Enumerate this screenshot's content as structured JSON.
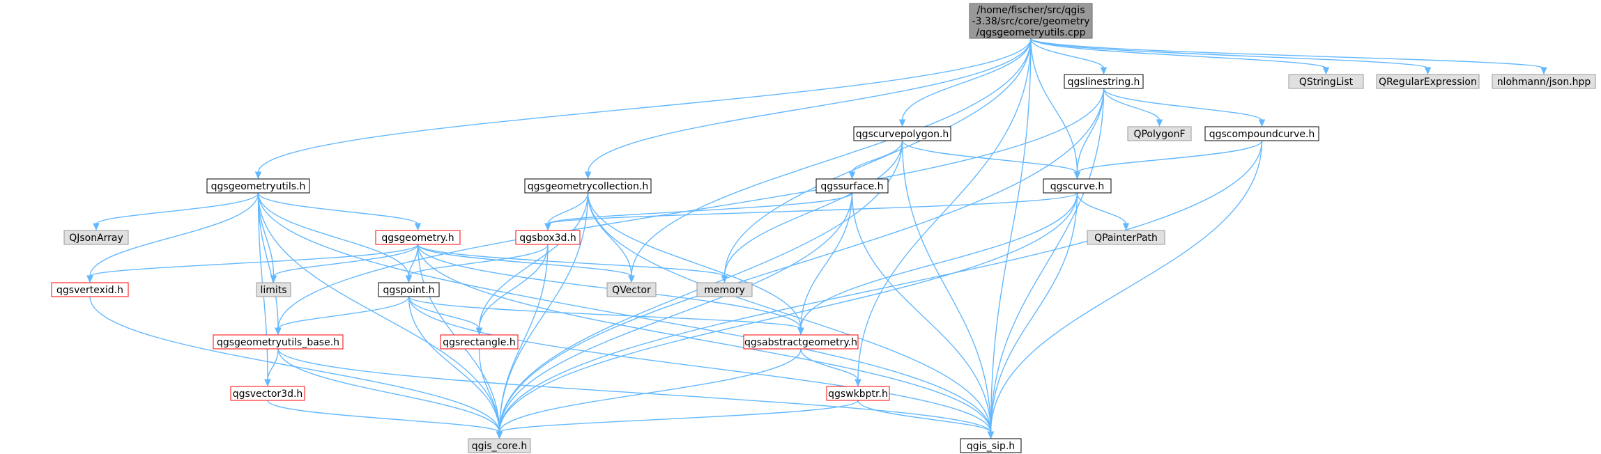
{
  "colors": {
    "edge": "#63b8ff",
    "root_fill": "#999999",
    "system_fill": "#e0e0e0",
    "system_stroke": "#999999",
    "doc_fill": "#ffffff",
    "doc_stroke": "#000000",
    "incomplete_stroke": "#ff0000",
    "text": "#000000"
  },
  "nodes": [
    {
      "id": "root",
      "lines": [
        "/home/fischer/src/qgis",
        "-3.38/src/core/geometry",
        "/qgsgeometryutils.cpp"
      ],
      "kind": "root"
    },
    {
      "id": "qgslinestring",
      "lines": [
        "qgslinestring.h"
      ],
      "kind": "doc"
    },
    {
      "id": "qstringlist",
      "lines": [
        "QStringList"
      ],
      "kind": "system"
    },
    {
      "id": "qregularexpression",
      "lines": [
        "QRegularExpression"
      ],
      "kind": "system"
    },
    {
      "id": "nlohmann",
      "lines": [
        "nlohmann/json.hpp"
      ],
      "kind": "system"
    },
    {
      "id": "qgscurvepolygon",
      "lines": [
        "qgscurvepolygon.h"
      ],
      "kind": "doc"
    },
    {
      "id": "qpolygonf",
      "lines": [
        "QPolygonF"
      ],
      "kind": "system"
    },
    {
      "id": "qgscompoundcurve",
      "lines": [
        "qgscompoundcurve.h"
      ],
      "kind": "doc"
    },
    {
      "id": "qgsgeometryutils",
      "lines": [
        "qgsgeometryutils.h"
      ],
      "kind": "doc"
    },
    {
      "id": "qgsgeometrycollection",
      "lines": [
        "qgsgeometrycollection.h"
      ],
      "kind": "doc"
    },
    {
      "id": "qgssurface",
      "lines": [
        "qgssurface.h"
      ],
      "kind": "doc"
    },
    {
      "id": "qgscurve",
      "lines": [
        "qgscurve.h"
      ],
      "kind": "doc"
    },
    {
      "id": "qjsonarray",
      "lines": [
        "QJsonArray"
      ],
      "kind": "system"
    },
    {
      "id": "qgsgeometry",
      "lines": [
        "qgsgeometry.h"
      ],
      "kind": "incomplete"
    },
    {
      "id": "qgsbox3d",
      "lines": [
        "qgsbox3d.h"
      ],
      "kind": "incomplete"
    },
    {
      "id": "qpainterpath",
      "lines": [
        "QPainterPath"
      ],
      "kind": "system"
    },
    {
      "id": "qgsvertexid",
      "lines": [
        "qgsvertexid.h"
      ],
      "kind": "incomplete"
    },
    {
      "id": "limits",
      "lines": [
        "limits"
      ],
      "kind": "system"
    },
    {
      "id": "qgspoint",
      "lines": [
        "qgspoint.h"
      ],
      "kind": "doc"
    },
    {
      "id": "qvector",
      "lines": [
        "QVector"
      ],
      "kind": "system"
    },
    {
      "id": "memory",
      "lines": [
        "memory"
      ],
      "kind": "system"
    },
    {
      "id": "qgsgeometryutils_base",
      "lines": [
        "qgsgeometryutils_base.h"
      ],
      "kind": "incomplete"
    },
    {
      "id": "qgsrectangle",
      "lines": [
        "qgsrectangle.h"
      ],
      "kind": "incomplete"
    },
    {
      "id": "qgsabstractgeometry",
      "lines": [
        "qgsabstractgeometry.h"
      ],
      "kind": "incomplete"
    },
    {
      "id": "qgsvector3d",
      "lines": [
        "qgsvector3d.h"
      ],
      "kind": "incomplete"
    },
    {
      "id": "qgswkbptr",
      "lines": [
        "qgswkbptr.h"
      ],
      "kind": "incomplete"
    },
    {
      "id": "qgis_core",
      "lines": [
        "qgis_core.h"
      ],
      "kind": "system"
    },
    {
      "id": "qgis_sip",
      "lines": [
        "qgis_sip.h"
      ],
      "kind": "doc"
    }
  ],
  "edges": [
    [
      "root",
      "qgslinestring"
    ],
    [
      "root",
      "qstringlist"
    ],
    [
      "root",
      "qregularexpression"
    ],
    [
      "root",
      "nlohmann"
    ],
    [
      "root",
      "qgscurvepolygon"
    ],
    [
      "root",
      "qgsgeometryutils"
    ],
    [
      "root",
      "qgsgeometrycollection"
    ],
    [
      "root",
      "qgscurve"
    ],
    [
      "root",
      "qvector"
    ],
    [
      "root",
      "memory"
    ],
    [
      "root",
      "qgswkbptr"
    ],
    [
      "root",
      "qgis_sip"
    ],
    [
      "qgslinestring",
      "qpolygonf"
    ],
    [
      "qgslinestring",
      "qgscompoundcurve"
    ],
    [
      "qgslinestring",
      "qgscurve"
    ],
    [
      "qgslinestring",
      "qgsgeometryutils_base"
    ],
    [
      "qgslinestring",
      "qgis_core"
    ],
    [
      "qgslinestring",
      "qgis_sip"
    ],
    [
      "qgscurvepolygon",
      "qgssurface"
    ],
    [
      "qgscurvepolygon",
      "qgscurve"
    ],
    [
      "qgscurvepolygon",
      "memory"
    ],
    [
      "qgscurvepolygon",
      "qgis_core"
    ],
    [
      "qgscurvepolygon",
      "qgis_sip"
    ],
    [
      "qgscompoundcurve",
      "qgscurve"
    ],
    [
      "qgscompoundcurve",
      "qgis_core"
    ],
    [
      "qgscompoundcurve",
      "qgis_sip"
    ],
    [
      "qgsgeometryutils",
      "qjsonarray"
    ],
    [
      "qgsgeometryutils",
      "qgsgeometry"
    ],
    [
      "qgsgeometryutils",
      "qgsvertexid"
    ],
    [
      "qgsgeometryutils",
      "limits"
    ],
    [
      "qgsgeometryutils",
      "qgspoint"
    ],
    [
      "qgsgeometryutils",
      "qgsgeometryutils_base"
    ],
    [
      "qgsgeometryutils",
      "qgsvector3d"
    ],
    [
      "qgsgeometryutils",
      "qgis_core"
    ],
    [
      "qgsgeometryutils",
      "qgis_sip"
    ],
    [
      "qgsgeometrycollection",
      "qgsbox3d"
    ],
    [
      "qgsgeometrycollection",
      "qvector"
    ],
    [
      "qgsgeometrycollection",
      "qgsrectangle"
    ],
    [
      "qgsgeometrycollection",
      "qgsabstractgeometry"
    ],
    [
      "qgsgeometrycollection",
      "qgis_core"
    ],
    [
      "qgsgeometrycollection",
      "qgis_sip"
    ],
    [
      "qgssurface",
      "qgsbox3d"
    ],
    [
      "qgssurface",
      "qgsabstractgeometry"
    ],
    [
      "qgssurface",
      "qgis_core"
    ],
    [
      "qgssurface",
      "qgis_sip"
    ],
    [
      "qgscurve",
      "qpainterpath"
    ],
    [
      "qgscurve",
      "qgsbox3d"
    ],
    [
      "qgscurve",
      "qgsabstractgeometry"
    ],
    [
      "qgscurve",
      "qgis_core"
    ],
    [
      "qgscurve",
      "qgis_sip"
    ],
    [
      "qgsgeometry",
      "qgsvertexid"
    ],
    [
      "qgsgeometry",
      "limits"
    ],
    [
      "qgsgeometry",
      "qgspoint"
    ],
    [
      "qgsgeometry",
      "qvector"
    ],
    [
      "qgsgeometry",
      "memory"
    ],
    [
      "qgsgeometry",
      "qgsabstractgeometry"
    ],
    [
      "qgsgeometry",
      "qgis_core"
    ],
    [
      "qgsgeometry",
      "qgis_sip"
    ],
    [
      "qgsbox3d",
      "qgspoint"
    ],
    [
      "qgsbox3d",
      "qgsrectangle"
    ],
    [
      "qgsbox3d",
      "qgis_core"
    ],
    [
      "qgsvertexid",
      "qgis_core"
    ],
    [
      "qgspoint",
      "qgsgeometryutils_base"
    ],
    [
      "qgspoint",
      "qgsrectangle"
    ],
    [
      "qgspoint",
      "qgsabstractgeometry"
    ],
    [
      "qgspoint",
      "qgis_core"
    ],
    [
      "qgspoint",
      "qgis_sip"
    ],
    [
      "qgsgeometryutils_base",
      "qgsvector3d"
    ],
    [
      "qgsgeometryutils_base",
      "qgis_core"
    ],
    [
      "qgsgeometryutils_base",
      "qgis_sip"
    ],
    [
      "qgsrectangle",
      "qgis_core"
    ],
    [
      "qgsabstractgeometry",
      "qgswkbptr"
    ],
    [
      "qgsabstractgeometry",
      "qgis_core"
    ],
    [
      "qgsvector3d",
      "qgis_core"
    ],
    [
      "qgswkbptr",
      "qgis_core"
    ],
    [
      "qgswkbptr",
      "qgis_sip"
    ]
  ]
}
